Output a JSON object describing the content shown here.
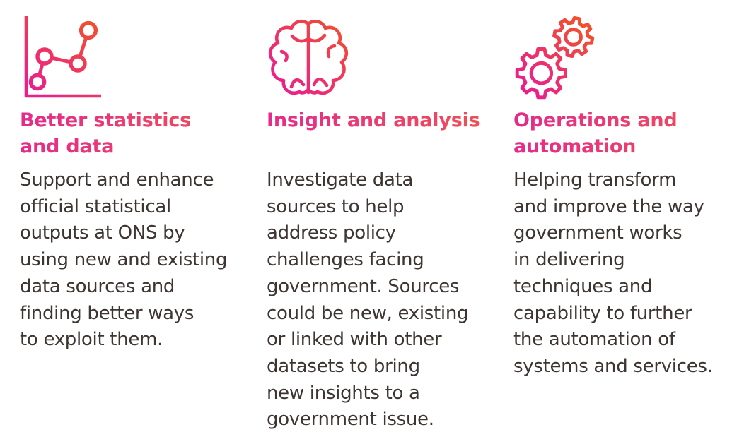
{
  "theme": {
    "pink": "#ea1f8d",
    "orange": "#f0502f",
    "heading-pink": "#e42a8c",
    "heading-orange": "#f25a45",
    "body-text": "#3d3531",
    "bg": "#ffffff"
  },
  "cards": [
    {
      "icon": "line-chart-icon",
      "title": "Better statistics\nand data",
      "body": "Support and enhance\nofficial statistical\noutputs at ONS by\nusing new and existing\ndata sources and\nfinding better ways\nto exploit them."
    },
    {
      "icon": "brain-icon",
      "title": "Insight and analysis",
      "body": "Investigate data\nsources to help\naddress policy\nchallenges facing\ngovernment. Sources\ncould be new, existing\nor linked with other\ndatasets to bring\nnew insights to a\ngovernment issue."
    },
    {
      "icon": "gears-icon",
      "title": "Operations and\nautomation",
      "body": "Helping transform\nand improve the way\ngovernment works\nin delivering\ntechniques and\ncapability to further\nthe automation of\nsystems and services."
    }
  ]
}
